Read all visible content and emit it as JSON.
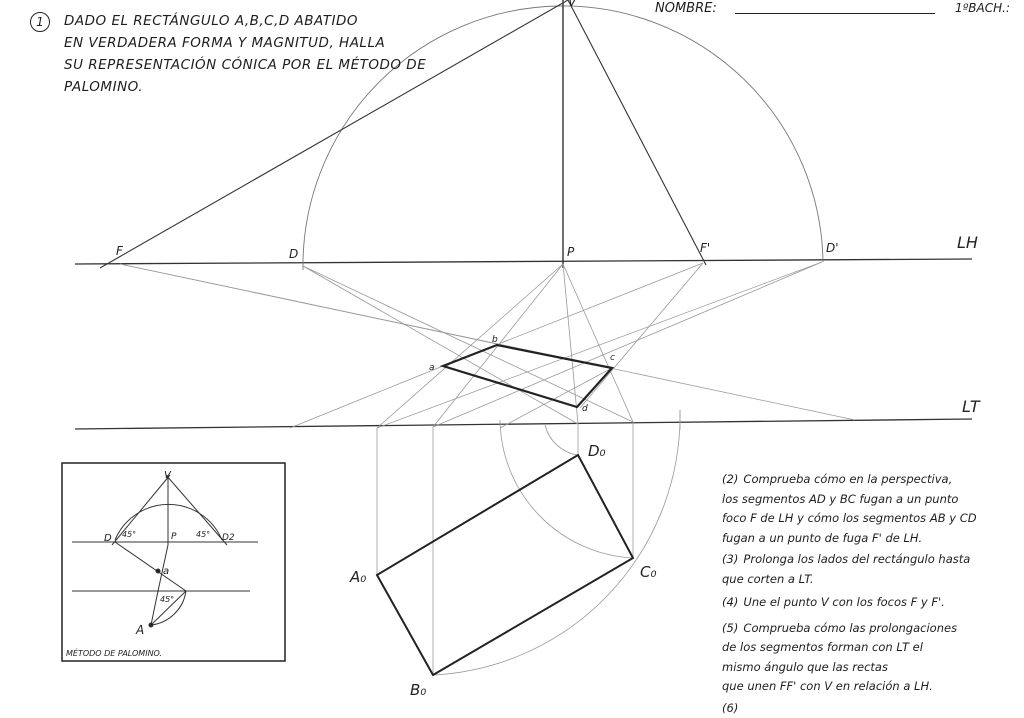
{
  "header": {
    "exercise_number": "1",
    "statement": [
      "DADO EL RECTÁNGULO A,B,C,D ABATIDO",
      "EN VERDADERA FORMA Y MAGNITUD, HALLA",
      "SU REPRESENTACIÓN CÓNICA POR EL MÉTODO DE",
      "PALOMINO."
    ],
    "name_label": "NOMBRE:",
    "course_label": "1ºBACH.:"
  },
  "drawing": {
    "points": {
      "V": "V",
      "F": "F",
      "D": "D",
      "P": "P",
      "F_prime": "F'",
      "D_prime": "D'",
      "a": "a",
      "b": "b",
      "c": "c",
      "d": "d",
      "A0": "A₀",
      "B0": "B₀",
      "C0": "C₀",
      "D0": "D₀"
    },
    "lines": {
      "LH": "LH",
      "LT": "LT"
    }
  },
  "inset": {
    "labels": {
      "V": "V",
      "D": "D",
      "P": "P",
      "D2": "D2",
      "a": "a",
      "A": "A",
      "angle": "45°"
    },
    "caption": "MÉTODO DE PALOMINO."
  },
  "steps": [
    {
      "num": "2",
      "lines": [
        "Comprueba cómo en la perspectiva,",
        "los segmentos AD y BC fugan a un punto",
        "foco F de LH y cómo los segmentos AB y CD",
        "fugan a un punto de fuga F' de LH."
      ]
    },
    {
      "num": "3",
      "lines": [
        "Prolonga los lados del rectángulo hasta",
        "que corten a LT."
      ]
    },
    {
      "num": "4",
      "lines": [
        "Une el punto V con los focos F y F'."
      ]
    },
    {
      "num": "5",
      "lines": [
        "Comprueba cómo las prolongaciones",
        "de los segmentos forman con LT el",
        "mismo ángulo que las rectas",
        "que unen FF' con V en relación a LH."
      ]
    },
    {
      "num": "6",
      "lines": []
    }
  ]
}
